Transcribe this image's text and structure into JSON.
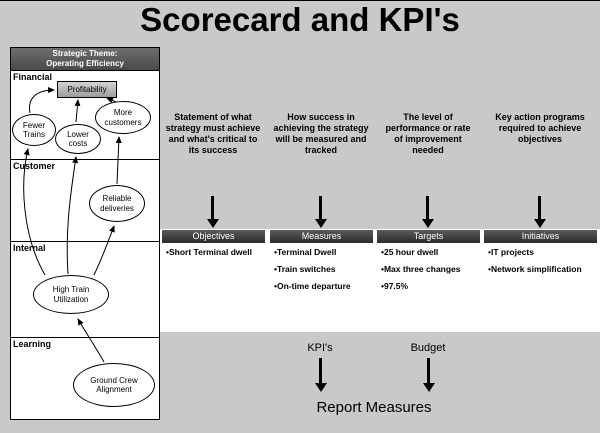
{
  "title": "Scorecard and KPI's",
  "strategy_map": {
    "header_line1": "Strategic Theme:",
    "header_line2": "Operating Efficiency",
    "rows": [
      "Financial",
      "Customer",
      "Internal",
      "Learning"
    ],
    "nodes": {
      "profitability": "Profitability",
      "fewer_trains": "Fewer Trains",
      "lower_costs": "Lower costs",
      "more_customers": "More customers",
      "reliable_deliveries": "Reliable deliveries",
      "high_train_utilization": "High Train Utilization",
      "ground_crew_alignment": "Ground Crew Alignment"
    }
  },
  "columns": [
    {
      "description": "Statement of what strategy must achieve and what's critical to its success",
      "header": "Objectives",
      "items": [
        "•Short Terminal dwell"
      ]
    },
    {
      "description": "How success in achieving the strategy will be measured and tracked",
      "header": "Measures",
      "items": [
        "•Terminal Dwell",
        "•Train switches",
        "•On-time departure"
      ]
    },
    {
      "description": "The level of performance or rate of improvement needed",
      "header": "Targets",
      "items": [
        "•25 hour dwell",
        "•Max three changes",
        "•97.5%"
      ]
    },
    {
      "description": "Key action programs required to achieve objectives",
      "header": "Initiatives",
      "items": [
        "•IT projects",
        "•Network simplification"
      ]
    }
  ],
  "footer": {
    "kpis_label": "KPI's",
    "budget_label": "Budget",
    "report_label": "Report Measures"
  },
  "colors": {
    "background": "#c9c9c9",
    "column_header_bar": "#3c3c3c",
    "map_header_bar": "#5a5a5a",
    "node_fill": "#ffffff",
    "profitability_fill": "#b5b5b5",
    "text": "#000000"
  }
}
